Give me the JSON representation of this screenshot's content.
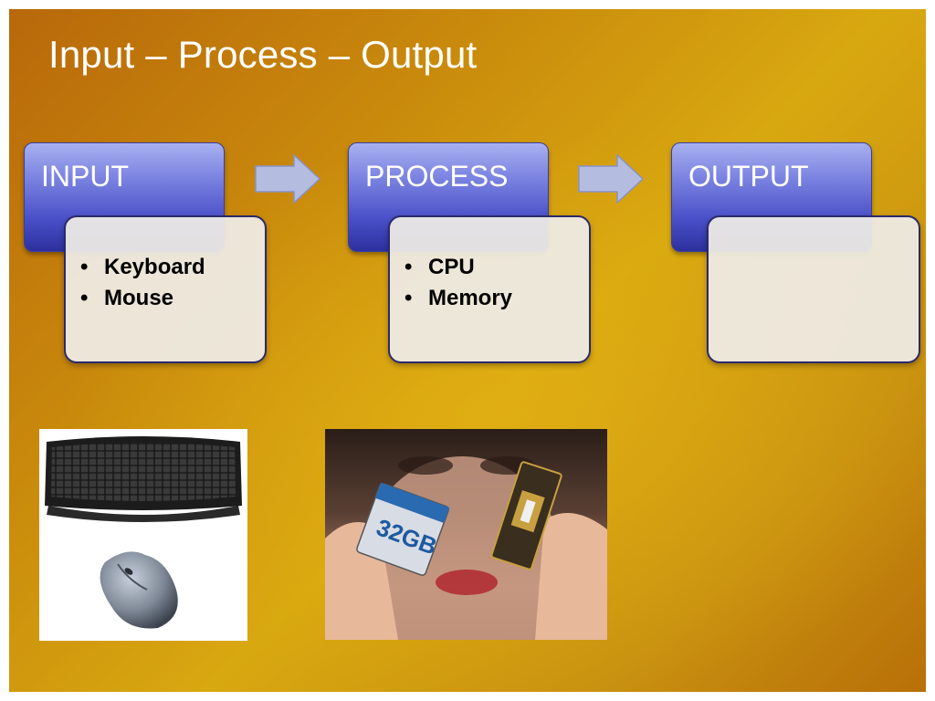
{
  "slide": {
    "title": "Input – Process – Output"
  },
  "stages": [
    {
      "label": "INPUT",
      "items": [
        "Keyboard",
        "Mouse"
      ]
    },
    {
      "label": "PROCESS",
      "items": [
        "CPU",
        "Memory"
      ]
    },
    {
      "label": "OUTPUT",
      "items": []
    }
  ],
  "bullet_glyph": "•",
  "images": {
    "input_devices": {
      "depicts": [
        "keyboard",
        "mouse"
      ]
    },
    "process_devices": {
      "depicts": [
        "person holding memory card and chip"
      ],
      "card_text": "32GB"
    }
  },
  "colors": {
    "stage_header": "#4a50c8",
    "stage_body": "#eeebe6",
    "arrow_fill": "#b4bde0",
    "background": "#d8a810"
  }
}
